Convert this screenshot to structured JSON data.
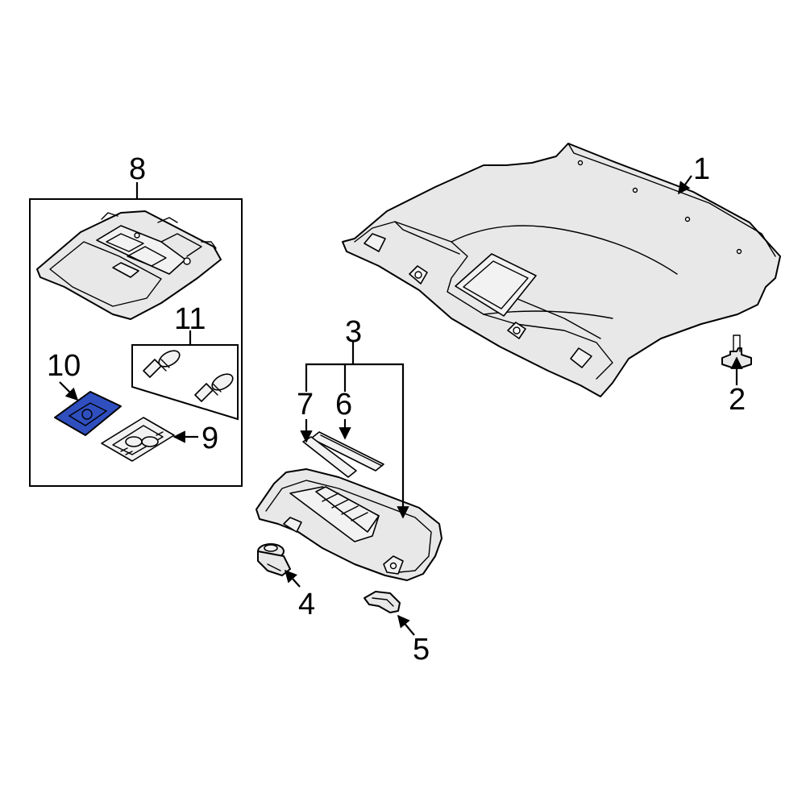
{
  "callouts": {
    "c1": "1",
    "c2": "2",
    "c3": "3",
    "c4": "4",
    "c5": "5",
    "c6": "6",
    "c7": "7",
    "c8": "8",
    "c9": "9",
    "c10": "10",
    "c11": "11"
  },
  "colors": {
    "highlight": "#2f4fbf",
    "part_fill": "#e8e8e8",
    "line": "#000000"
  }
}
